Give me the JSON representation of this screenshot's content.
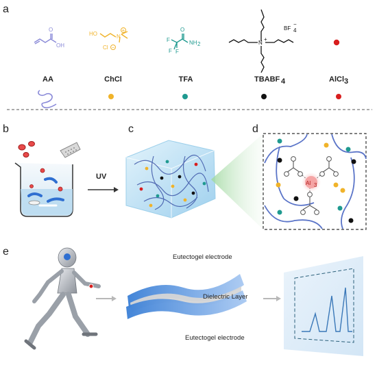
{
  "panels": {
    "a": "a",
    "b": "b",
    "c": "c",
    "d": "d",
    "e": "e"
  },
  "components": [
    {
      "name": "AA",
      "color": "#8a8ad8",
      "symbol": "chain"
    },
    {
      "name": "ChCl",
      "color": "#f0b32a",
      "symbol": "dot"
    },
    {
      "name": "TFA",
      "color": "#1f9a90",
      "symbol": "dot"
    },
    {
      "name": "TBABF",
      "sub": "4",
      "color": "#111111",
      "symbol": "dot"
    },
    {
      "name": "AlCl",
      "sub": "3",
      "color": "#d81e1e",
      "symbol": "dot"
    }
  ],
  "molecules": {
    "aa_atoms": [
      "O",
      "OH"
    ],
    "chcl_atoms": [
      "HO",
      "N",
      "+",
      "Cl",
      "−"
    ],
    "tfa_atoms": [
      "O",
      "F",
      "F",
      "F",
      "NH",
      "2"
    ],
    "tbabf4_atoms": [
      "N",
      "+",
      "BF",
      "4",
      "−"
    ]
  },
  "arrow_label": "UV",
  "coordination_center": {
    "label": "Al",
    "sub": "3"
  },
  "device": {
    "top_label": "Eutectogel electrode",
    "middle_label": "Dielectric Layer",
    "bottom_label": "Eutectogel electrode"
  },
  "colors": {
    "divider": "#555555",
    "network": "#5a74c8",
    "gel": "#bfe2f4",
    "glow": "#cfeacf",
    "al": "#f4a0a0"
  }
}
